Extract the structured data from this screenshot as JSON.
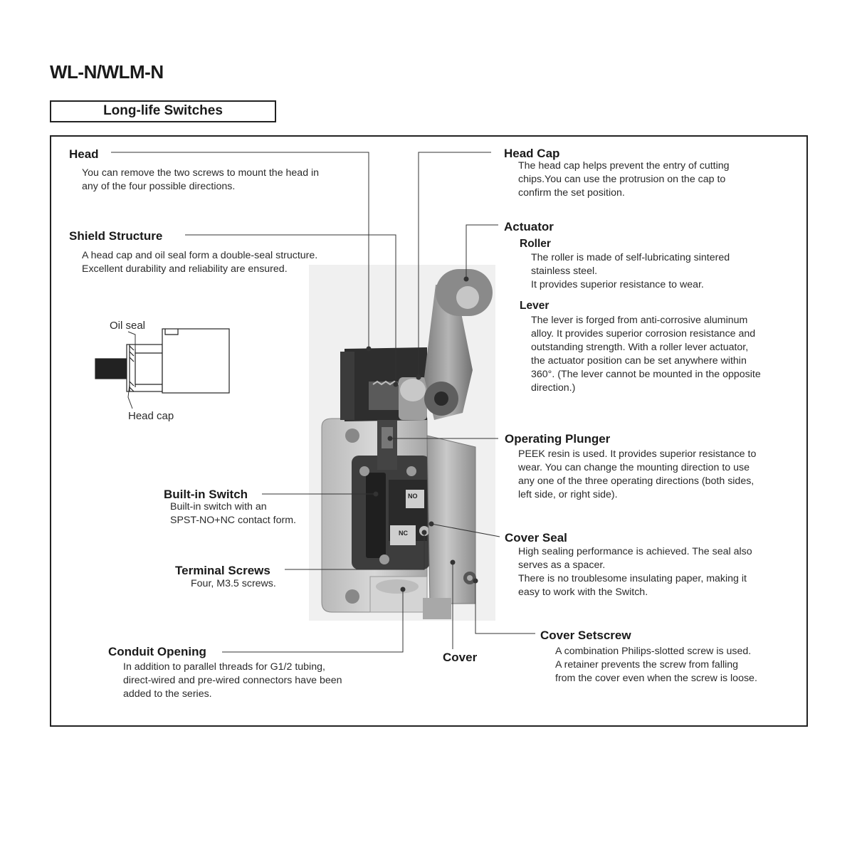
{
  "title": "WL-N/WLM-N",
  "section": "Long-life Switches",
  "inset": {
    "oil_seal": "Oil seal",
    "head_cap": "Head cap"
  },
  "callouts": {
    "head": {
      "label": "Head",
      "lines": [
        "You can remove the two screws to mount the head in",
        "any of the four possible directions."
      ]
    },
    "shield": {
      "label": "Shield Structure",
      "lines": [
        "A head cap and oil seal form a double-seal structure.",
        "Excellent durability and reliability are ensured."
      ]
    },
    "builtin": {
      "label": "Built-in Switch",
      "lines": [
        "Built-in switch with an",
        "SPST-NO+NC contact form."
      ]
    },
    "terminal": {
      "label": "Terminal Screws",
      "lines": [
        "Four, M3.5 screws."
      ]
    },
    "conduit": {
      "label": "Conduit Opening",
      "lines": [
        "In addition to parallel threads for G1/2 tubing,",
        "direct-wired and pre-wired connectors have been",
        "added to the series."
      ]
    },
    "cover": {
      "label": "Cover"
    },
    "headcap": {
      "label": "Head Cap",
      "lines": [
        "The head cap helps prevent the entry of cutting",
        "chips.You can use the protrusion on the cap to",
        "confirm the set position."
      ]
    },
    "actuator": {
      "label": "Actuator"
    },
    "roller": {
      "label": "Roller",
      "lines": [
        "The roller is made of self-lubricating sintered",
        "stainless steel.",
        "It provides superior resistance to wear."
      ]
    },
    "lever": {
      "label": "Lever",
      "lines": [
        "The lever is forged from anti-corrosive aluminum",
        "alloy. It provides superior corrosion resistance and",
        "outstanding strength. With a roller lever actuator,",
        "the actuator position can be set anywhere within",
        "360°. (The lever cannot be mounted in the opposite",
        "direction.)"
      ]
    },
    "plunger": {
      "label": "Operating Plunger",
      "lines": [
        "PEEK resin is used. It provides superior resistance to",
        "wear. You can change the mounting direction to use",
        "any one of the three operating directions (both sides,",
        "left side, or right side)."
      ]
    },
    "coverseal": {
      "label": "Cover Seal",
      "lines": [
        "High sealing performance is achieved. The seal also",
        "serves as a spacer.",
        "There is no troublesome insulating paper, making it",
        "easy to work with the Switch."
      ]
    },
    "setscrew": {
      "label": "Cover Setscrew",
      "lines": [
        "A combination Philips-slotted screw is used.",
        "A retainer prevents the screw from falling",
        "from the cover even when the screw is loose."
      ]
    }
  },
  "switch_marks": {
    "no": "NO",
    "nc": "NC"
  }
}
